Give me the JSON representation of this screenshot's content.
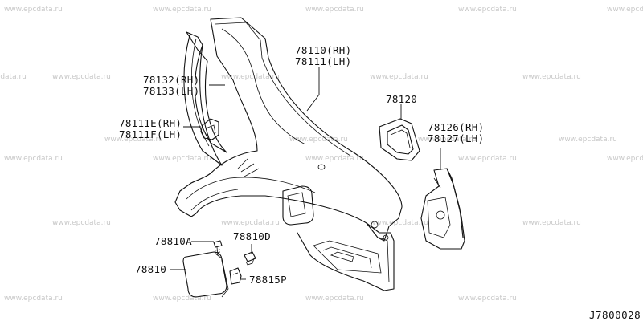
{
  "watermark": "www.epcdata.ru",
  "reference_code": "J7800028",
  "labels": {
    "l78110": "78110(RH)",
    "l78111": "78111(LH)",
    "l78132": "78132(RH)",
    "l78133": "78133(LH)",
    "l78111E": "78111E(RH)",
    "l78111F": "78111F(LH)",
    "l78120": "78120",
    "l78126": "78126(RH)",
    "l78127": "78127(LH)",
    "l78810A": "78810A",
    "l78810D": "78810D",
    "l78810": "78810",
    "l78815P": "78815P"
  }
}
